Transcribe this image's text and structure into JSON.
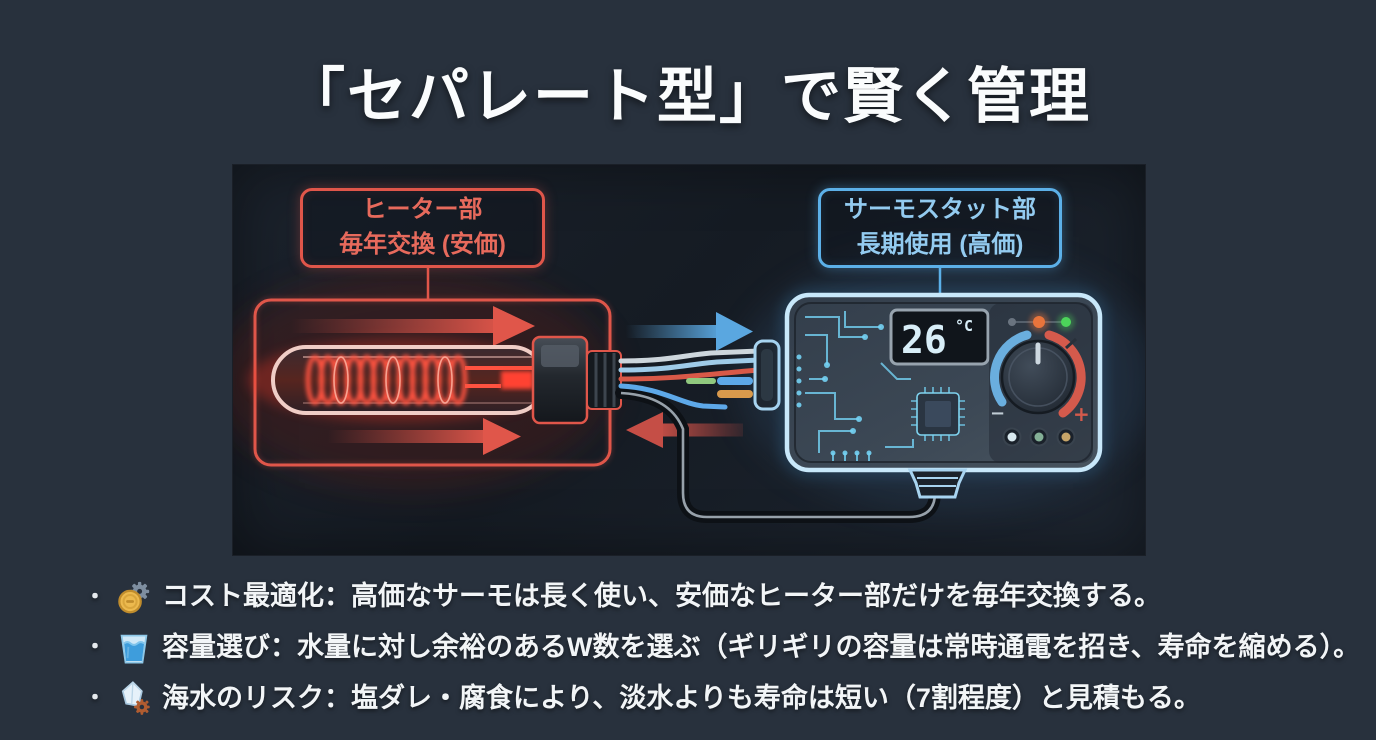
{
  "page": {
    "title": "「セパレート型」で賢く管理"
  },
  "diagram": {
    "heater_label": {
      "line1": "ヒーター部",
      "line2": "毎年交換 (安価)"
    },
    "thermostat_label": {
      "line1": "サーモスタット部",
      "line2": "長期使用 (高価)"
    },
    "display": {
      "value": "26",
      "unit": "°C"
    },
    "knob": {
      "minus": "−",
      "plus": "+"
    }
  },
  "bullet_marker": "・",
  "bullets": [
    {
      "icon": "coin-gear-icon",
      "text": "コスト最適化：高価なサーモは長く使い、安価なヒーター部だけを毎年交換する。"
    },
    {
      "icon": "water-glass-icon",
      "text": "容量選び：水量に対し余裕のあるW数を選ぶ（ギリギリの容量は常時通電を招き、寿命を縮める）。"
    },
    {
      "icon": "salt-gear-icon",
      "text": "海水のリスク：塩ダレ・腐食により、淡水よりも寿命は短い（7割程度）と見積もる。"
    }
  ],
  "colors": {
    "background": "#28313d",
    "panel": "#161c24",
    "heater_accent": "#e0564a",
    "thermostat_accent": "#5cb0e8",
    "text": "#f2f5f7",
    "lcd_text": "#d8eef8",
    "led_off": "#6a7480",
    "led_orange": "#e8743c",
    "led_green": "#4cd45a"
  }
}
